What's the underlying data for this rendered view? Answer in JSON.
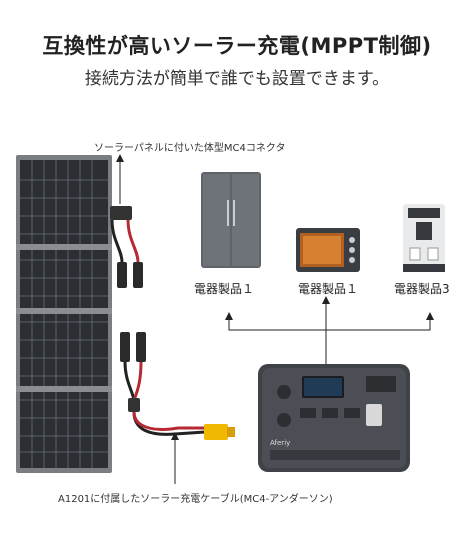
{
  "headline": "互換性が高いソーラー充電(MPPT制御)",
  "subline": "接続方法が簡単で誰でも設置できます。",
  "labels": {
    "connector": "ソーラーパネルに付いた体型MC4コネクタ",
    "cable": "A1201に付属したソーラー充電ケーブル(MC4-アンダーソン)"
  },
  "appliances": [
    "電器製品１",
    "電器製品１",
    "電器製品3"
  ],
  "station_brand": "Aferiy"
}
